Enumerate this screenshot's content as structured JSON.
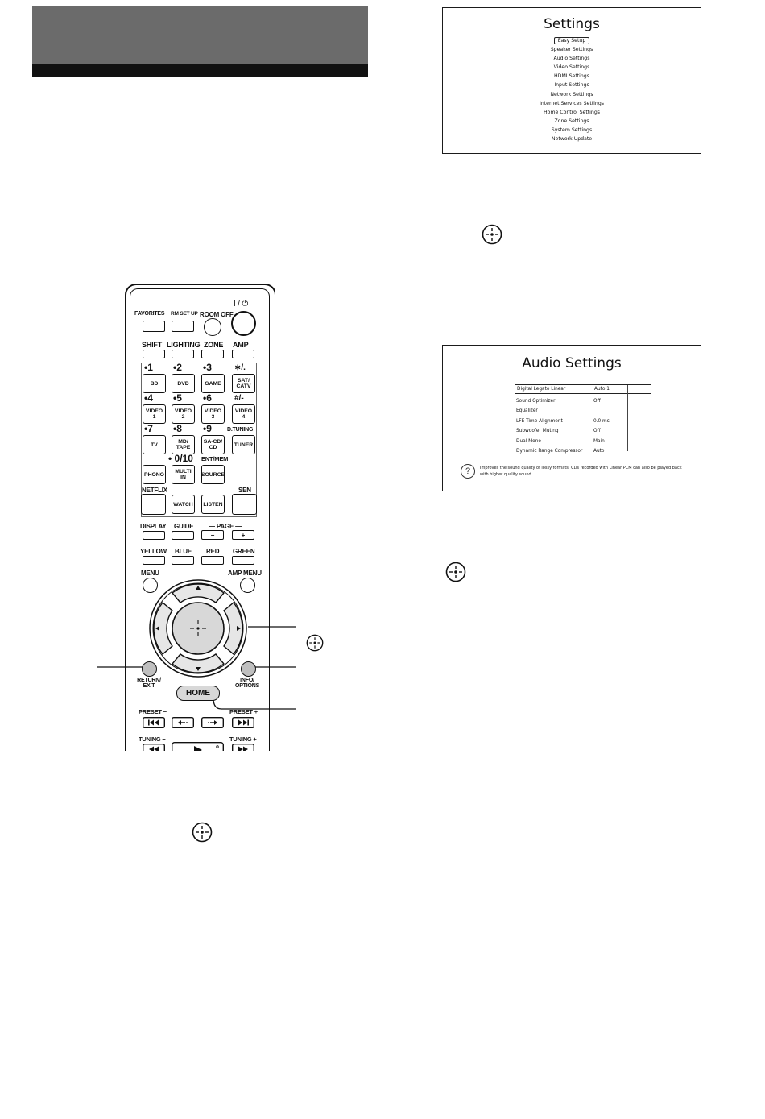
{
  "settings_screen": {
    "title": "Settings",
    "items": [
      "Easy Setup",
      "Speaker Settings",
      "Audio Settings",
      "Video Settings",
      "HDMI Settings",
      "Input Settings",
      "Network Settings",
      "Internet Services Settings",
      "Home Control Settings",
      "Zone Settings",
      "System Settings",
      "Network Update"
    ],
    "selected_index": 0
  },
  "audio_screen": {
    "title": "Audio Settings",
    "rows": [
      {
        "label": "Digital Legato Linear",
        "value": "Auto 1"
      },
      {
        "label": "Sound Optimizer",
        "value": "Off"
      },
      {
        "label": "Equalizer",
        "value": ""
      },
      {
        "label": "LFE Time Alignment",
        "value": "0.0 ms"
      },
      {
        "label": "Subwoofer Muting",
        "value": "Off"
      },
      {
        "label": "Dual Mono",
        "value": "Main"
      },
      {
        "label": "Dynamic Range Compressor",
        "value": "Auto"
      }
    ],
    "help_symbol": "?",
    "help_text_1": "Improves the sound quality of lossy formats. CDs recorded with Linear PCM can also be played back",
    "help_text_2": "with higher quality sound."
  },
  "icons": {
    "enter": "enter-button-icon"
  },
  "remote": {
    "favorites": "FAVORITES",
    "rm_setup": "RM SET UP",
    "room_off": "ROOM OFF",
    "power": "I / ⏻",
    "shift": "SHIFT",
    "lighting": "LIGHTING",
    "zone": "ZONE",
    "amp": "AMP",
    "n1": "•1",
    "n2": "•2",
    "n3": "•3",
    "star": "∗/.",
    "bd": "BD",
    "dvd": "DVD",
    "game": "GAME",
    "sat_catv": "SAT/ CATV",
    "n4": "•4",
    "n5": "•5",
    "n6": "•6",
    "hash": "#/-",
    "video1": "VIDEO 1",
    "video2": "VIDEO 2",
    "video3": "VIDEO 3",
    "video4": "VIDEO 4",
    "n7": "•7",
    "n8": "•8",
    "n9": "•9",
    "dtuning": "D.TUNING",
    "tv": "TV",
    "md_tape": "MD/ TAPE",
    "sacd_cd": "SA-CD/ CD",
    "tuner": "TUNER",
    "n0": "• 0/10",
    "ent_mem": "ENT/MEM",
    "phono": "PHONO",
    "multi_in": "MULTI IN",
    "source": "SOURCE",
    "netflix": "NETFLIX",
    "sen": "SEN",
    "watch": "WATCH",
    "listen": "LISTEN",
    "display": "DISPLAY",
    "guide": "GUIDE",
    "page": "— PAGE —",
    "page_minus": "−",
    "page_plus": "+",
    "yellow": "YELLOW",
    "blue": "BLUE",
    "red": "RED",
    "green": "GREEN",
    "menu": "MENU",
    "amp_menu": "AMP MENU",
    "return_exit": "RETURN/ EXIT",
    "info_options": "INFO/ OPTIONS",
    "home": "HOME",
    "preset_minus": "PRESET −",
    "preset_plus": "PRESET +",
    "tuning_minus": "TUNING −",
    "tuning_plus": "TUNING +"
  }
}
